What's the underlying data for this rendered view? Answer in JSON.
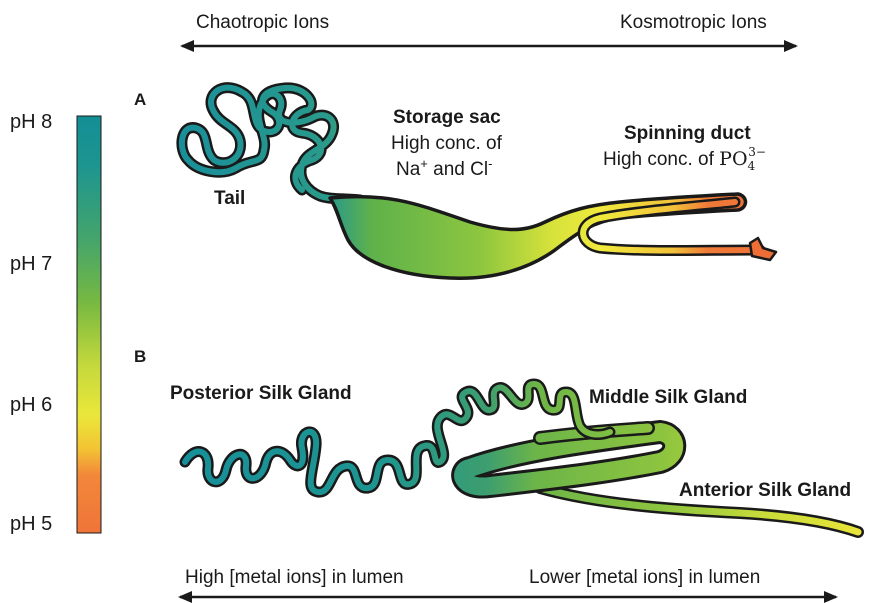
{
  "axis_top": {
    "left": "Chaotropic Ions",
    "right": "Kosmotropic Ions"
  },
  "axis_bottom": {
    "left": "High [metal ions] in lumen",
    "right": "Lower [metal ions] in lumen"
  },
  "ph_scale": {
    "ticks": [
      "pH 8",
      "pH 7",
      "pH 6",
      "pH 5"
    ],
    "colors": {
      "ph8": "#148e95",
      "ph7": "#6bb442",
      "ph6": "#e3e33a",
      "ph5": "#f0773a"
    }
  },
  "panel_a": {
    "letter": "A",
    "tail": "Tail",
    "storage_sac": {
      "title": "Storage sac",
      "line1": "High conc. of",
      "na": "Na",
      "plus": "+",
      "and_cl": " and Cl",
      "minus": "-"
    },
    "spinning_duct": {
      "title": "Spinning duct",
      "line1": "High conc. of ",
      "po": "PO",
      "sub": "4",
      "sup": "3−"
    }
  },
  "panel_b": {
    "letter": "B",
    "posterior": "Posterior Silk Gland",
    "middle": "Middle Silk Gland",
    "anterior": "Anterior Silk Gland"
  }
}
